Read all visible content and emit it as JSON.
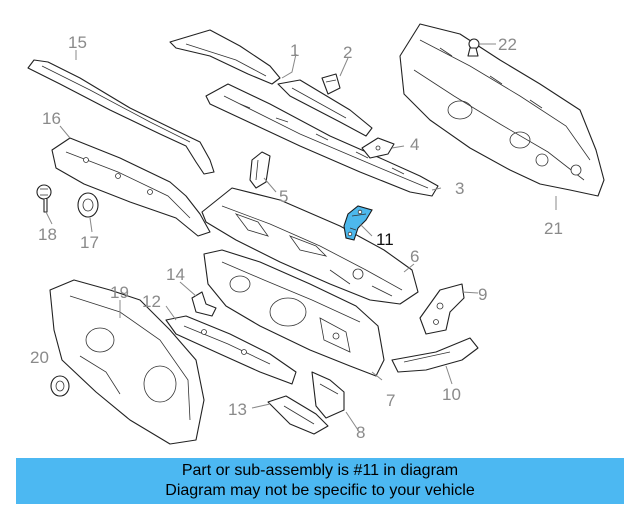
{
  "highlight_color": "#4cb8f2",
  "highlighted_part": "11",
  "callouts": [
    {
      "id": "c1",
      "label": "1"
    },
    {
      "id": "c2",
      "label": "2"
    },
    {
      "id": "c3",
      "label": "3"
    },
    {
      "id": "c4",
      "label": "4"
    },
    {
      "id": "c5",
      "label": "5"
    },
    {
      "id": "c6",
      "label": "6"
    },
    {
      "id": "c7",
      "label": "7"
    },
    {
      "id": "c8",
      "label": "8"
    },
    {
      "id": "c9",
      "label": "9"
    },
    {
      "id": "c10",
      "label": "10"
    },
    {
      "id": "c11",
      "label": "11"
    },
    {
      "id": "c12",
      "label": "12"
    },
    {
      "id": "c13",
      "label": "13"
    },
    {
      "id": "c14",
      "label": "14"
    },
    {
      "id": "c15",
      "label": "15"
    },
    {
      "id": "c16",
      "label": "16"
    },
    {
      "id": "c17",
      "label": "17"
    },
    {
      "id": "c18",
      "label": "18"
    },
    {
      "id": "c19",
      "label": "19"
    },
    {
      "id": "c20",
      "label": "20"
    },
    {
      "id": "c21",
      "label": "21"
    },
    {
      "id": "c22",
      "label": "22"
    }
  ],
  "banner": {
    "line1": "Part or sub-assembly is #11 in diagram",
    "line2": "Diagram may not be specific to your vehicle"
  }
}
